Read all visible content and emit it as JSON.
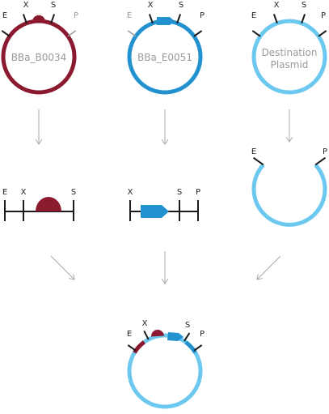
{
  "colors": {
    "maroon": "#8b1a2f",
    "blue": "#2291d0",
    "light_blue": "#6cc8ef",
    "black": "#1a1a1a",
    "gray_label": "#9a9a9a",
    "arrow": "#aaaaaa"
  },
  "plasmids": {
    "b0034": {
      "name": "BBa_B0034",
      "sites": {
        "e": "E",
        "x": "X",
        "s": "S",
        "p": "P"
      }
    },
    "e0051": {
      "name": "BBa_E0051",
      "sites": {
        "e": "E",
        "x": "X",
        "s": "S",
        "p": "P"
      }
    },
    "destination": {
      "name_line1": "Destination",
      "name_line2": "Plasmid",
      "sites": {
        "e": "E",
        "x": "X",
        "s": "S",
        "p": "P"
      }
    }
  },
  "digested": {
    "b0034_fragment": {
      "sites": {
        "e": "E",
        "x": "X",
        "s": "S"
      }
    },
    "e0051_fragment": {
      "sites": {
        "x": "X",
        "s": "S",
        "p": "P"
      }
    },
    "destination_backbone": {
      "sites": {
        "e": "E",
        "p": "P"
      }
    }
  },
  "product": {
    "sites": {
      "e": "E",
      "x": "X",
      "s": "S",
      "p": "P"
    }
  }
}
